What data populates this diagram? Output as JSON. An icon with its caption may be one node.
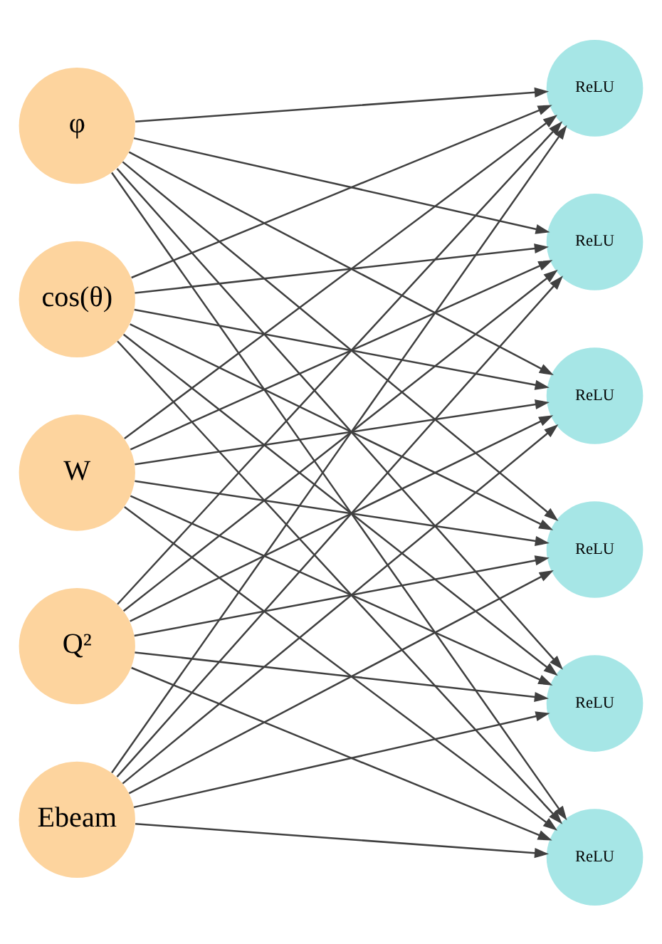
{
  "diagram": {
    "nodes": [
      {
        "text": [
          "φ"
        ]
      },
      {
        "text": [
          "cos(θ)"
        ]
      },
      {
        "text": [
          "W"
        ]
      },
      {
        "text": [
          "Q²"
        ]
      },
      {
        "text": [
          "Ebeam"
        ]
      },
      {
        "text": [
          "ReLU"
        ]
      },
      {
        "text": [
          "ReLU"
        ]
      },
      {
        "text": [
          "ReLU"
        ]
      },
      {
        "text": [
          "ReLU"
        ]
      },
      {
        "text": [
          "ReLU"
        ]
      },
      {
        "text": [
          "ReLU"
        ]
      }
    ],
    "edges": [
      {
        "from": 0,
        "to": 5,
        "arrow": "to"
      },
      {
        "from": 0,
        "to": 6,
        "arrow": "to"
      },
      {
        "from": 0,
        "to": 7,
        "arrow": "to"
      },
      {
        "from": 0,
        "to": 8,
        "arrow": "to"
      },
      {
        "from": 0,
        "to": 9,
        "arrow": "to"
      },
      {
        "from": 0,
        "to": 10,
        "arrow": "to"
      },
      {
        "from": 1,
        "to": 5,
        "arrow": "to"
      },
      {
        "from": 1,
        "to": 6,
        "arrow": "to"
      },
      {
        "from": 1,
        "to": 7,
        "arrow": "to"
      },
      {
        "from": 1,
        "to": 8,
        "arrow": "to"
      },
      {
        "from": 1,
        "to": 9,
        "arrow": "to"
      },
      {
        "from": 1,
        "to": 10,
        "arrow": "to"
      },
      {
        "from": 2,
        "to": 5,
        "arrow": "to"
      },
      {
        "from": 2,
        "to": 6,
        "arrow": "to"
      },
      {
        "from": 2,
        "to": 7,
        "arrow": "to"
      },
      {
        "from": 2,
        "to": 8,
        "arrow": "to"
      },
      {
        "from": 2,
        "to": 9,
        "arrow": "to"
      },
      {
        "from": 2,
        "to": 10,
        "arrow": "to"
      },
      {
        "from": 3,
        "to": 5,
        "arrow": "to"
      },
      {
        "from": 3,
        "to": 6,
        "arrow": "to"
      },
      {
        "from": 3,
        "to": 7,
        "arrow": "to"
      },
      {
        "from": 3,
        "to": 8,
        "arrow": "to"
      },
      {
        "from": 3,
        "to": 9,
        "arrow": "to"
      },
      {
        "from": 3,
        "to": 10,
        "arrow": "to"
      },
      {
        "from": 4,
        "to": 5,
        "arrow": "to"
      },
      {
        "from": 4,
        "to": 6,
        "arrow": "to"
      },
      {
        "from": 4,
        "to": 7,
        "arrow": "to"
      },
      {
        "from": 4,
        "to": 8,
        "arrow": "to"
      },
      {
        "from": 4,
        "to": 9,
        "arrow": "to"
      },
      {
        "from": 4,
        "to": 10,
        "arrow": "to"
      }
    ]
  }
}
